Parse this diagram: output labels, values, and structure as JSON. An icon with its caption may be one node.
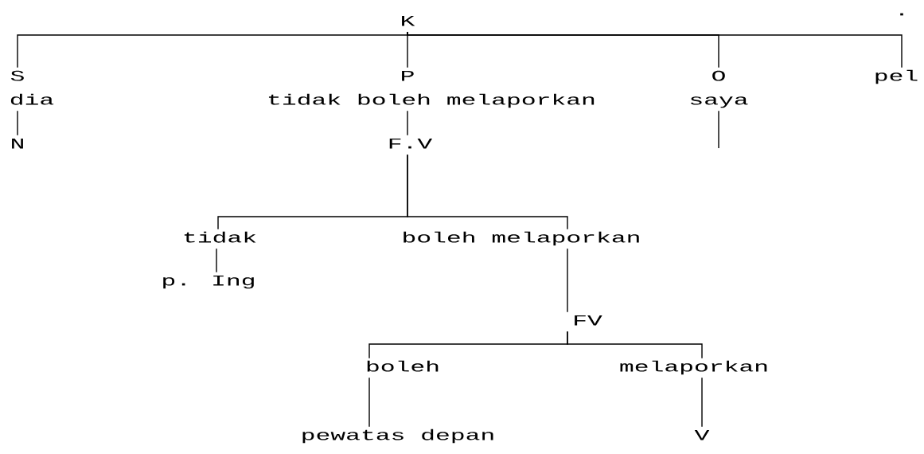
{
  "diagram": {
    "nodes": [
      {
        "text": [
          "K"
        ]
      },
      {
        "text": [
          "S"
        ]
      },
      {
        "text": [
          "dia"
        ]
      },
      {
        "text": [
          "N"
        ]
      },
      {
        "text": [
          "P"
        ]
      },
      {
        "text": [
          "tidak boleh melaporkan"
        ]
      },
      {
        "text": [
          "F.V"
        ]
      },
      {
        "text": [
          "O"
        ]
      },
      {
        "text": [
          "saya"
        ]
      },
      {
        "text": [
          "pel"
        ]
      },
      {
        "text": [
          "tidak"
        ]
      },
      {
        "text": [
          "boleh melaporkan"
        ]
      },
      {
        "text": [
          "p. Ing"
        ]
      },
      {
        "text": [
          "FV"
        ]
      },
      {
        "text": [
          "boleh"
        ]
      },
      {
        "text": [
          "melaporkan"
        ]
      },
      {
        "text": [
          "pewatas depan"
        ]
      },
      {
        "text": [
          "V"
        ]
      }
    ],
    "edges": [
      {
        "from": 0,
        "to": 1,
        "arrow": "none"
      },
      {
        "from": 0,
        "to": 4,
        "arrow": "none"
      },
      {
        "from": 0,
        "to": 7,
        "arrow": "none"
      },
      {
        "from": 0,
        "to": 9,
        "arrow": "none"
      },
      {
        "from": 2,
        "to": 3,
        "arrow": "none"
      },
      {
        "from": 5,
        "to": 6,
        "arrow": "none"
      },
      {
        "from": 8,
        "to": null,
        "arrow": "none"
      },
      {
        "from": 6,
        "to": 10,
        "arrow": "none"
      },
      {
        "from": 6,
        "to": 11,
        "arrow": "none"
      },
      {
        "from": 10,
        "to": 12,
        "arrow": "none"
      },
      {
        "from": 11,
        "to": 13,
        "arrow": "none"
      },
      {
        "from": 13,
        "to": 14,
        "arrow": "none"
      },
      {
        "from": 13,
        "to": 15,
        "arrow": "none"
      },
      {
        "from": 14,
        "to": 16,
        "arrow": "none"
      },
      {
        "from": 15,
        "to": 17,
        "arrow": "none"
      }
    ],
    "labels": [
      "."
    ]
  }
}
